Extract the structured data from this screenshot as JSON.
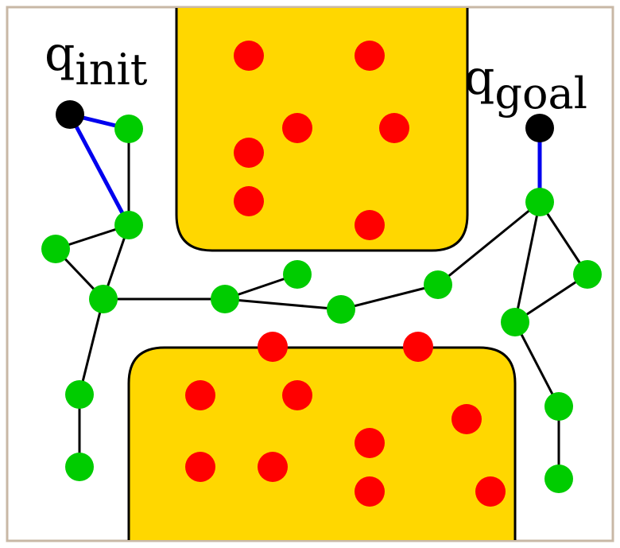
{
  "labels": {
    "init_base": "q",
    "init_sub": "init",
    "goal_base": "q",
    "goal_sub": "goal"
  },
  "colors": {
    "frame": "#c8b8a6",
    "obstacle_fill": "#ffd700",
    "obstacle_stroke": "#000000",
    "collision_sample": "#ff0000",
    "free_node": "#00cc00",
    "endpoint": "#000000",
    "roadmap_edge": "#000000",
    "connection_edge": "#0000ee"
  }
}
